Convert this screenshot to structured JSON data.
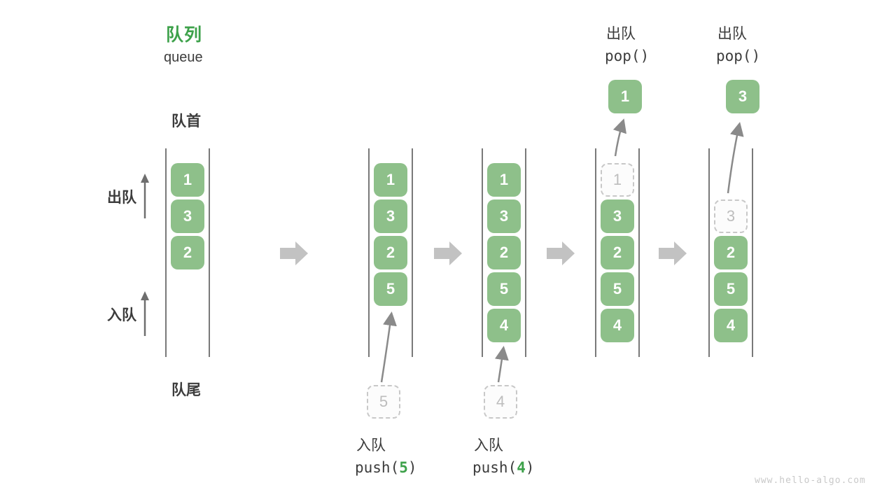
{
  "header": {
    "title": "队列",
    "subtitle": "queue"
  },
  "labels": {
    "front": "队首",
    "rear": "队尾",
    "dequeue": "出队",
    "enqueue": "入队"
  },
  "columns": [
    {
      "cells": [
        {
          "v": "1"
        },
        {
          "v": "3"
        },
        {
          "v": "2"
        }
      ]
    },
    {
      "cells": [
        {
          "v": "1"
        },
        {
          "v": "3"
        },
        {
          "v": "2"
        },
        {
          "v": "5"
        }
      ],
      "incoming": "5"
    },
    {
      "cells": [
        {
          "v": "1"
        },
        {
          "v": "3"
        },
        {
          "v": "2"
        },
        {
          "v": "5"
        },
        {
          "v": "4"
        }
      ],
      "incoming": "4"
    },
    {
      "cells": [
        {
          "v": "1",
          "state": "popped"
        },
        {
          "v": "3"
        },
        {
          "v": "2"
        },
        {
          "v": "5"
        },
        {
          "v": "4"
        }
      ],
      "popped_value": "1"
    },
    {
      "cells": [
        {
          "v": "3",
          "state": "popped"
        },
        {
          "v": "2"
        },
        {
          "v": "5"
        },
        {
          "v": "4"
        }
      ],
      "popped_value": "3"
    }
  ],
  "operations": {
    "push_a": {
      "label": "入队",
      "code_prefix": "push(",
      "code_arg": "5",
      "code_suffix": ")"
    },
    "push_b": {
      "label": "入队",
      "code_prefix": "push(",
      "code_arg": "4",
      "code_suffix": ")"
    },
    "pop_a": {
      "label": "出队",
      "code": "pop()"
    },
    "pop_b": {
      "label": "出队",
      "code": "pop()"
    }
  },
  "watermark": "www.hello-algo.com",
  "colors": {
    "box_green": "#8ec08a",
    "title_green": "#3da14a",
    "text_dark": "#3c3c3c",
    "wall_line": "#4d4d4d",
    "block_arrow": "#c2c2c2",
    "thin_arrow": "#7e7e7e",
    "dashed_border": "#c8c8c8",
    "dashed_text": "#bdbdbd",
    "watermark_gray": "#c9c9c9"
  }
}
